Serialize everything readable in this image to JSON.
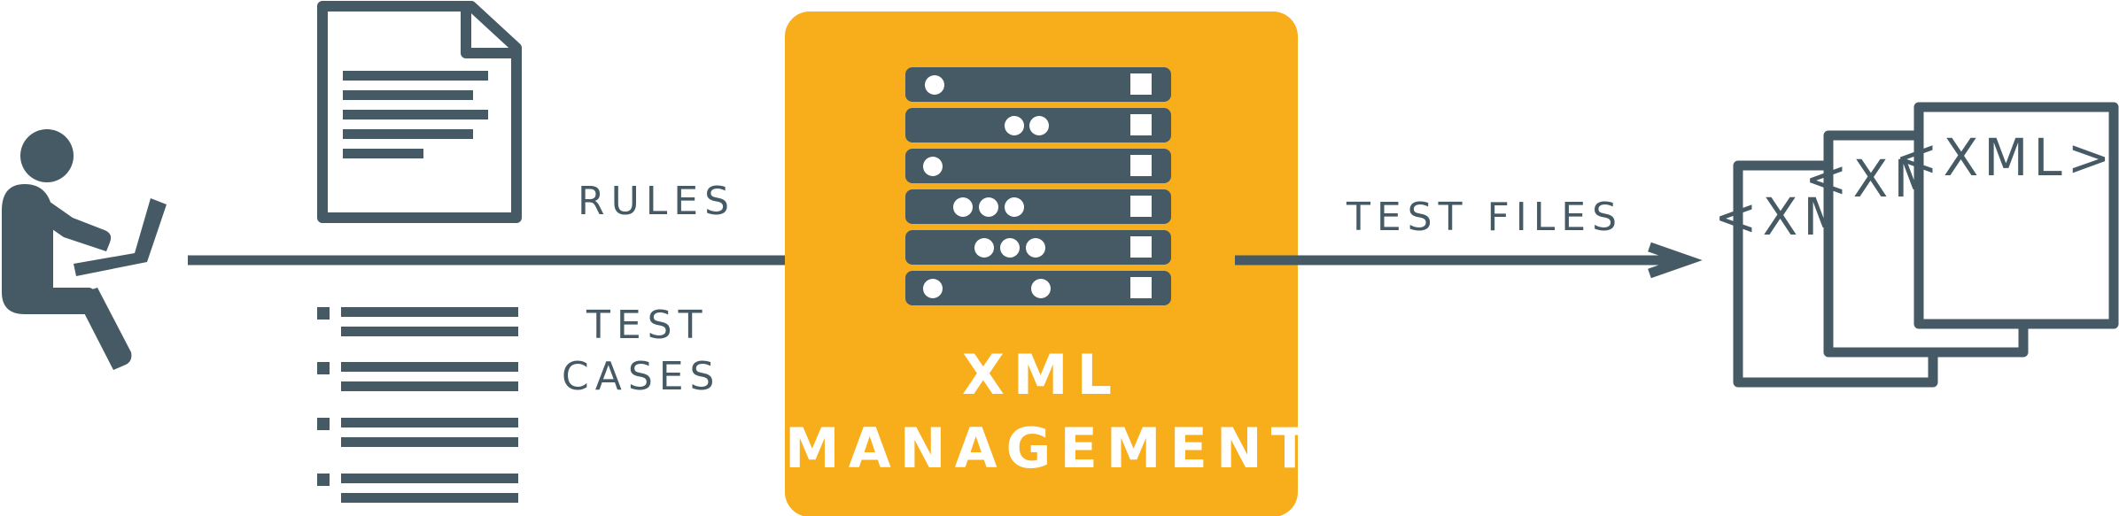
{
  "labels": {
    "rules": "RULES",
    "test_cases_line1": "TEST",
    "test_cases_line2": "CASES",
    "test_files": "TEST FILES",
    "center_title_line1": "XML",
    "center_title_line2": "MANAGEMENT"
  },
  "xml_tag_text": "<XML>",
  "colors": {
    "primary": "#455a64",
    "accent": "#f8ad1b",
    "white": "#ffffff"
  },
  "icons": {
    "person": "person-at-laptop-icon",
    "document": "document-icon",
    "list": "list-icon",
    "server": "server-rack-icon",
    "xml_files": "xml-files-icon"
  }
}
